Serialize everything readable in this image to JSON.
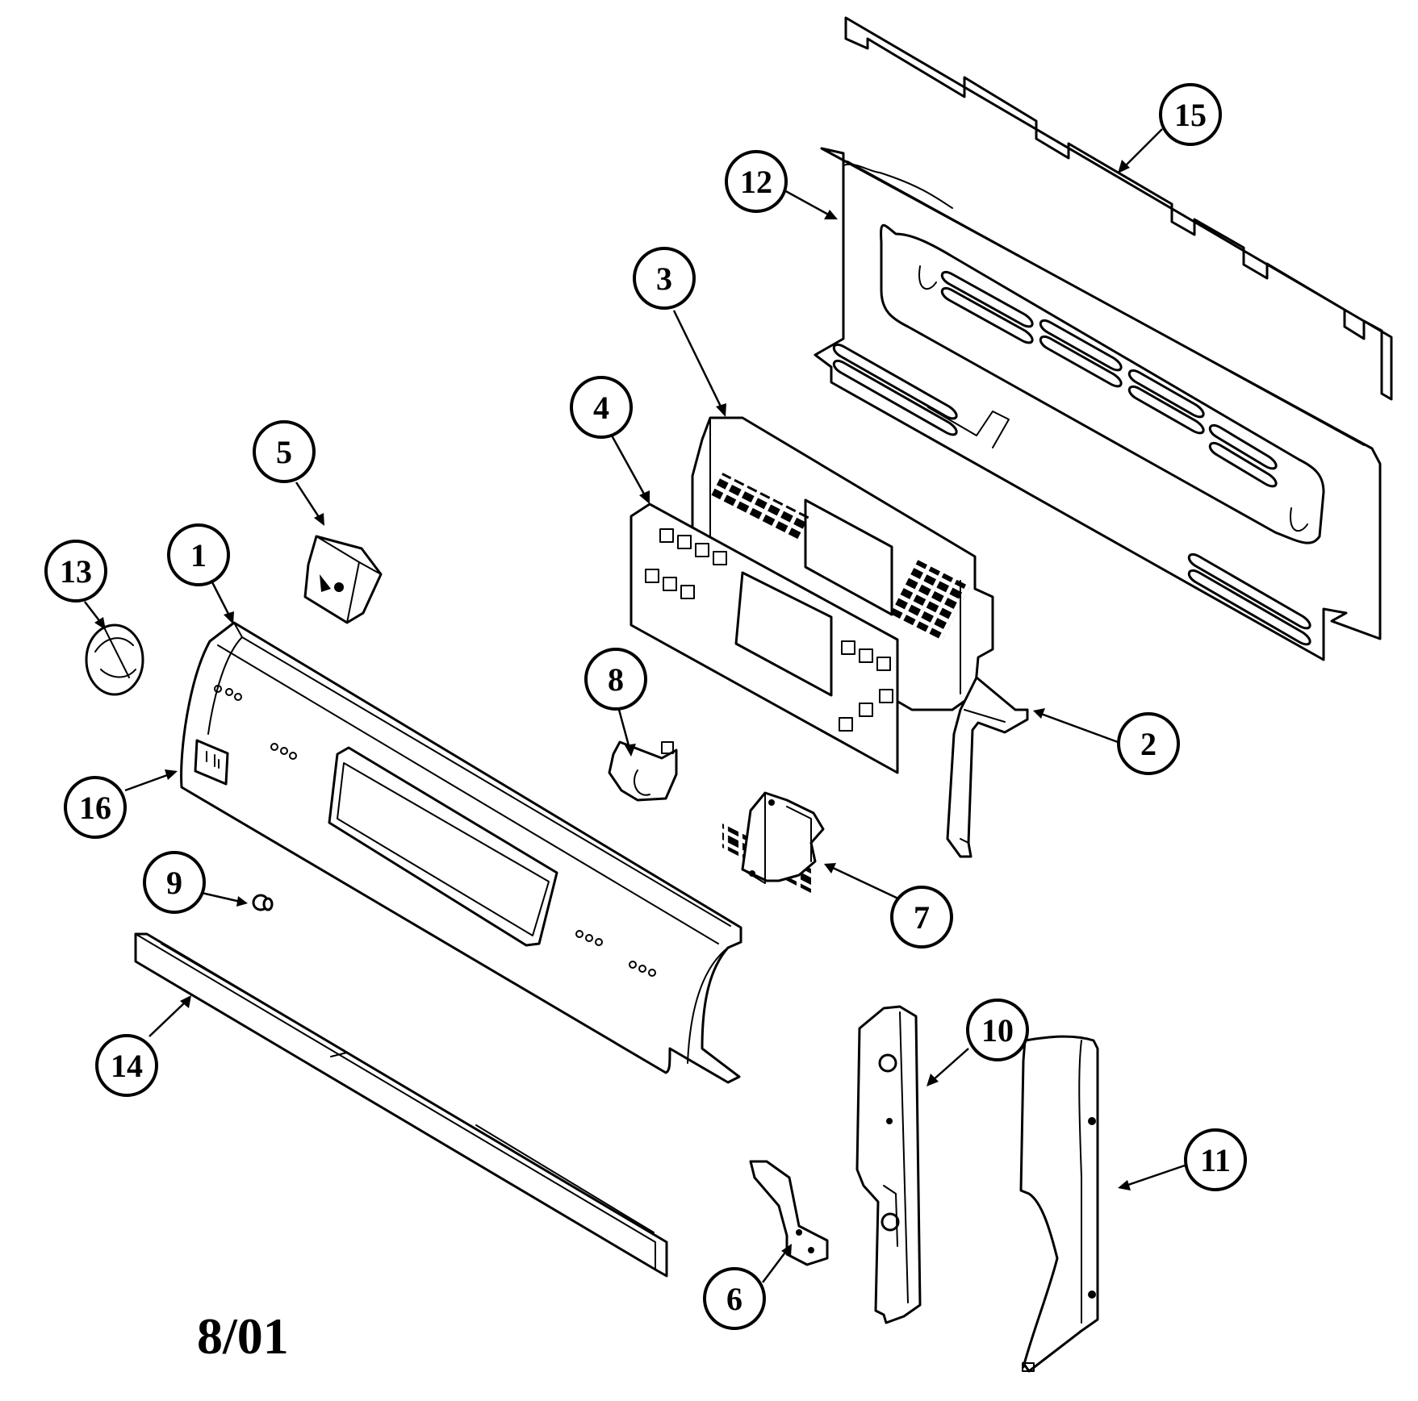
{
  "diagram": {
    "date_code": "8/01",
    "callouts": [
      {
        "id": "1",
        "label": "1"
      },
      {
        "id": "2",
        "label": "2"
      },
      {
        "id": "3",
        "label": "3"
      },
      {
        "id": "4",
        "label": "4"
      },
      {
        "id": "5",
        "label": "5"
      },
      {
        "id": "6",
        "label": "6"
      },
      {
        "id": "7",
        "label": "7"
      },
      {
        "id": "8",
        "label": "8"
      },
      {
        "id": "9",
        "label": "9"
      },
      {
        "id": "10",
        "label": "10"
      },
      {
        "id": "11",
        "label": "11"
      },
      {
        "id": "12",
        "label": "12"
      },
      {
        "id": "13",
        "label": "13"
      },
      {
        "id": "14",
        "label": "14"
      },
      {
        "id": "15",
        "label": "15"
      },
      {
        "id": "16",
        "label": "16"
      }
    ],
    "colors": {
      "line": "#000000",
      "background": "#ffffff"
    }
  }
}
